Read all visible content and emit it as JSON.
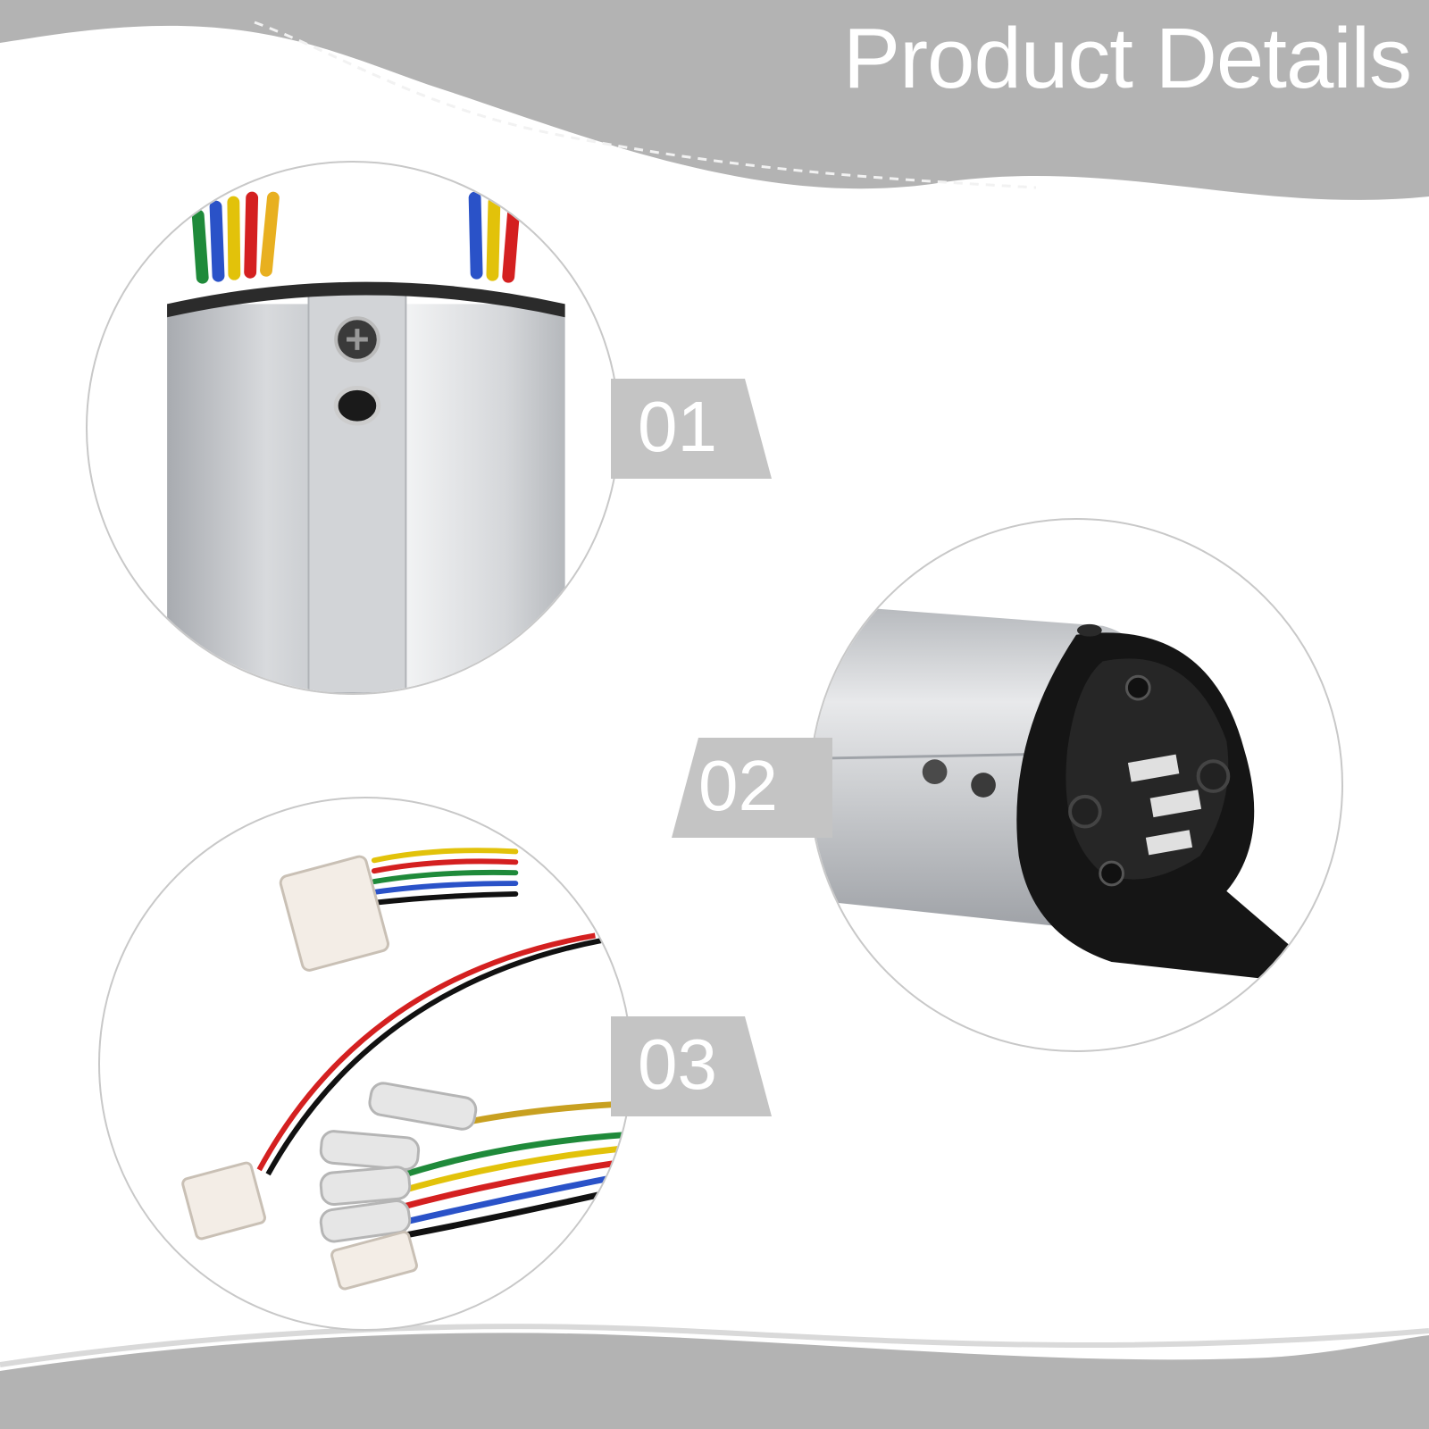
{
  "header": {
    "title": "Product Details"
  },
  "colors": {
    "banner_gray": "#b3b3b3",
    "badge_gray": "#c4c4c4",
    "circle_border": "#c8c8c8"
  },
  "details": [
    {
      "number": "01",
      "image": "motor-housing-top-with-wires"
    },
    {
      "number": "02",
      "image": "motor-end-cap-connector-pins"
    },
    {
      "number": "03",
      "image": "wiring-harness-connectors"
    }
  ]
}
